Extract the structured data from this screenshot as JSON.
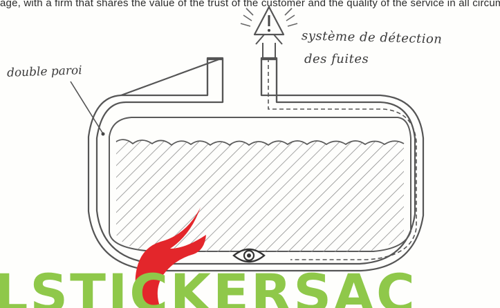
{
  "header": {
    "cut_text": "age, with a firm that shares the value of the trust of the customer and the quality of the service in all circumstances such as"
  },
  "labels": {
    "double_wall": "double paroi",
    "detection_line1": "système de détection",
    "detection_line2": "des fuites"
  },
  "icons": {
    "warning": "warning-triangle-icon",
    "eye": "eye-icon",
    "flame": "flame-logo-icon"
  },
  "banner": {
    "text": "LSTICKERSAC"
  },
  "colors": {
    "pencil": "#4a4a4a",
    "hatch": "#8a8a8a",
    "flame": "#e3262b",
    "banner_green": "#8fc84a"
  }
}
